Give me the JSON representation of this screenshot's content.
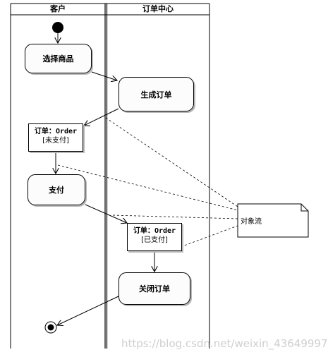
{
  "lanes": [
    {
      "title": "客户"
    },
    {
      "title": "订单中心"
    }
  ],
  "actions": {
    "select_goods": "选择商品",
    "create_order": "生成订单",
    "pay": "支付",
    "close_order": "关闭订单"
  },
  "objects": {
    "order_unpaid": {
      "title_cn": "订单：",
      "title_en": "Order",
      "state": "[未支付]"
    },
    "order_paid": {
      "title_cn": "订单：",
      "title_en": "Order",
      "state": "[已支付]"
    }
  },
  "note": {
    "text": "对象流"
  },
  "watermark": "https://blog.csdn.net/weixin_43649997"
}
